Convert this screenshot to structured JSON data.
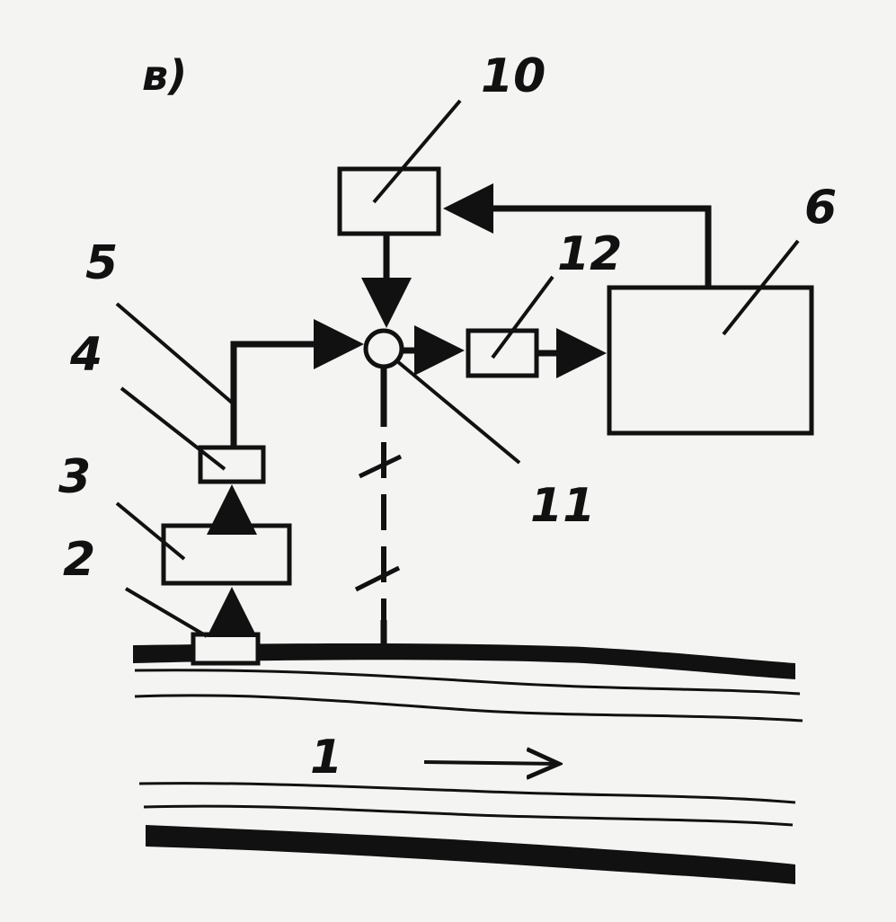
{
  "figure_label": "в)",
  "labels": {
    "pipe": "1",
    "sensor": "2",
    "block3": "3",
    "block4": "4",
    "line5": "5",
    "computer": "6",
    "block10": "10",
    "junction": "11",
    "block12": "12"
  },
  "colors": {
    "ink": "#111111",
    "background": "#f4f4f2"
  }
}
